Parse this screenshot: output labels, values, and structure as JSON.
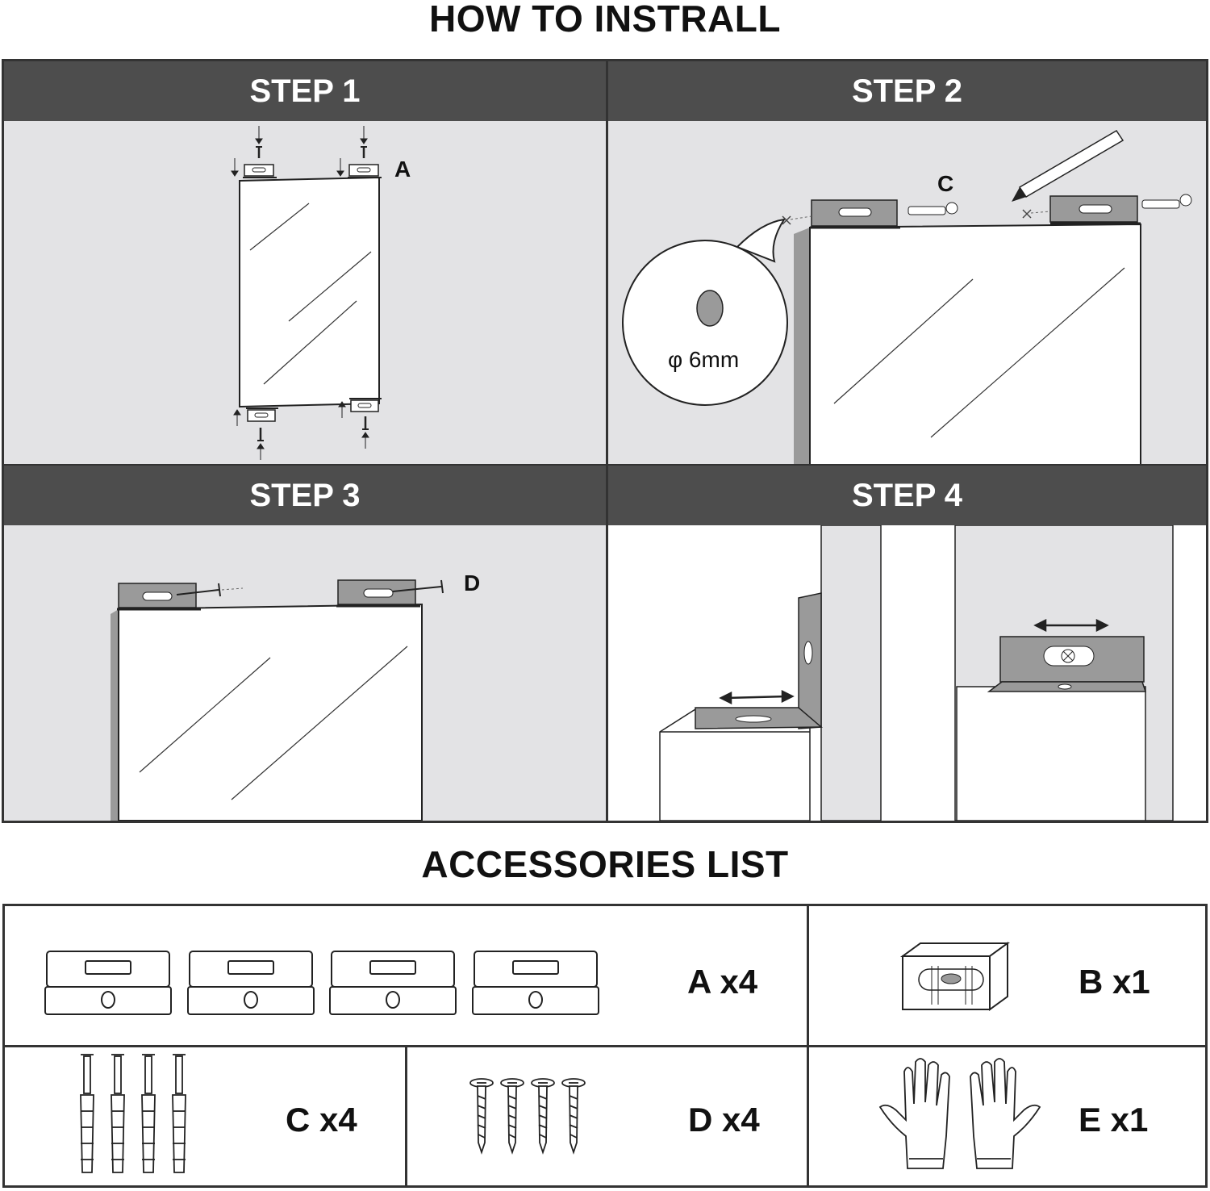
{
  "title": "HOW TO INSTRALL",
  "accessories_title": "ACCESSORIES LIST",
  "steps": [
    {
      "label": "STEP 1",
      "callout": "A"
    },
    {
      "label": "STEP 2",
      "callout": "C",
      "detail": "φ 6mm"
    },
    {
      "label": "STEP 3",
      "callout": "D"
    },
    {
      "label": "STEP 4"
    }
  ],
  "accessories": [
    {
      "label": "A x4",
      "icon": "bracket-icon"
    },
    {
      "label": "B x1",
      "icon": "spirit-level-icon"
    },
    {
      "label": "C x4",
      "icon": "wall-anchor-icon"
    },
    {
      "label": "D x4",
      "icon": "screw-icon"
    },
    {
      "label": "E x1",
      "icon": "gloves-icon"
    }
  ],
  "colors": {
    "header": "#4d4d4d",
    "panel": "#e3e3e5",
    "bracket": "#9a9a9a",
    "border": "#333333"
  }
}
